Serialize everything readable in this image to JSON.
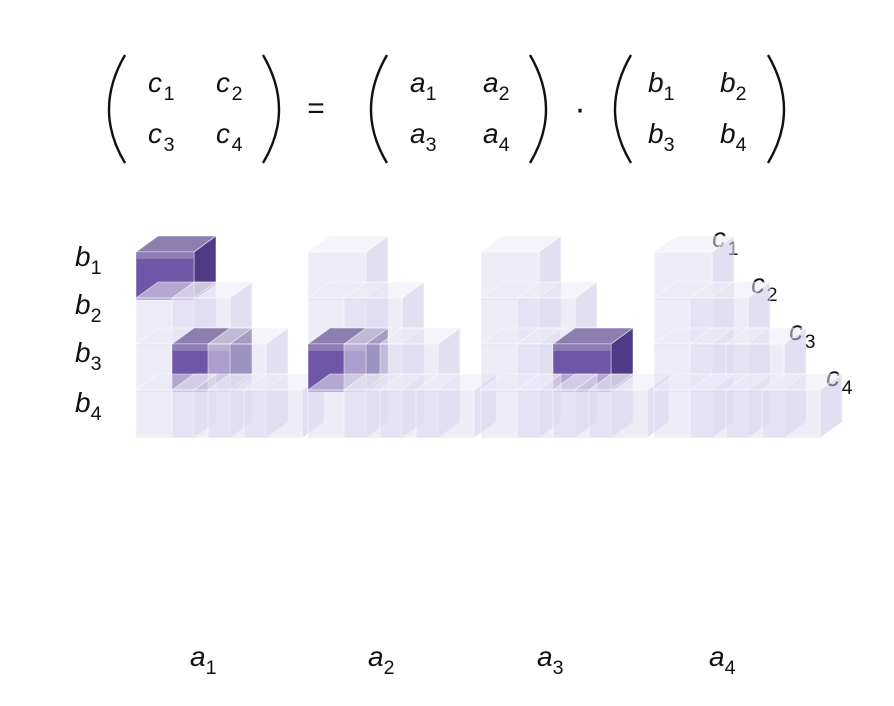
{
  "equation": {
    "lhs": [
      [
        "c",
        "1"
      ],
      [
        "c",
        "2"
      ],
      [
        "c",
        "3"
      ],
      [
        "c",
        "4"
      ]
    ],
    "equals": "=",
    "a": [
      [
        "a",
        "1"
      ],
      [
        "a",
        "2"
      ],
      [
        "a",
        "3"
      ],
      [
        "a",
        "4"
      ]
    ],
    "dot": "·",
    "b": [
      [
        "b",
        "1"
      ],
      [
        "b",
        "2"
      ],
      [
        "b",
        "3"
      ],
      [
        "b",
        "4"
      ]
    ]
  },
  "row_labels": [
    [
      "b",
      "1"
    ],
    [
      "b",
      "2"
    ],
    [
      "b",
      "3"
    ],
    [
      "b",
      "4"
    ]
  ],
  "depth_labels": [
    [
      "c",
      "1"
    ],
    [
      "c",
      "2"
    ],
    [
      "c",
      "3"
    ],
    [
      "c",
      "4"
    ]
  ],
  "slice_labels": [
    [
      "a",
      "1"
    ],
    [
      "a",
      "2"
    ],
    [
      "a",
      "3"
    ],
    [
      "a",
      "4"
    ]
  ],
  "slices": [
    {
      "filled": [
        [
          0,
          0,
          0
        ],
        [
          1,
          2,
          0
        ]
      ]
    },
    {
      "filled": [
        [
          0,
          2,
          1
        ],
        [
          1,
          4,
          1
        ]
      ]
    },
    {
      "filled": [
        [
          2,
          2,
          2
        ],
        [
          3,
          4,
          2
        ]
      ]
    },
    {
      "filled": [
        [
          2,
          4,
          3
        ],
        [
          3,
          6,
          3
        ]
      ]
    }
  ],
  "colors": {
    "filled_front": "#6f56a6",
    "filled_side": "#4f3a86",
    "filled_top": "#8c7fb0",
    "ghost_front": "#dedcf0",
    "ghost_side": "#cac7e4",
    "ghost_top": "#ecebf6"
  }
}
